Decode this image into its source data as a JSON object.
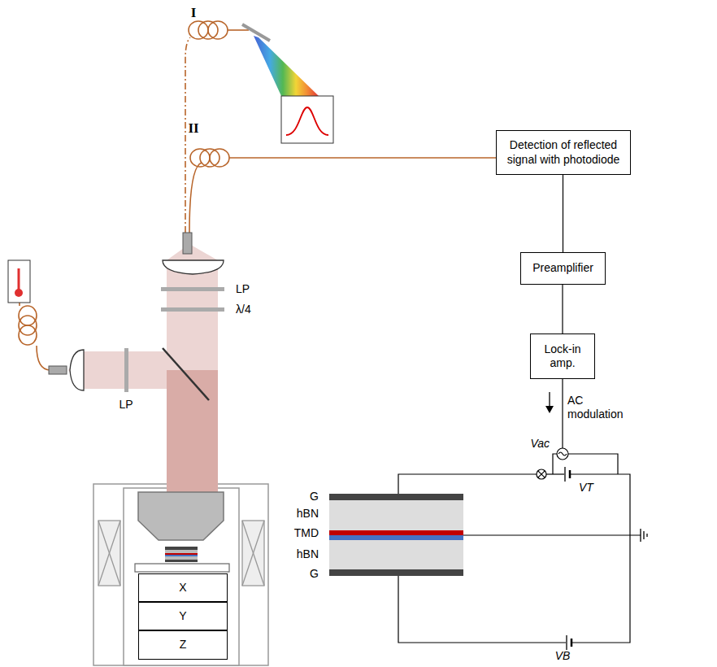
{
  "diagram": {
    "nodes": [
      {
        "text": [
          "Detection of reflected signal with photodiode"
        ]
      },
      {
        "text": [
          "Preamplifier"
        ]
      },
      {
        "text": [
          "Lock-in amp."
        ]
      },
      {
        "text": [
          "X"
        ]
      },
      {
        "text": [
          "Y"
        ]
      },
      {
        "text": [
          "Z"
        ]
      }
    ],
    "edges": [
      {
        "from": 0,
        "to": 1,
        "arrow": "none"
      },
      {
        "from": 1,
        "to": 2,
        "arrow": "none"
      }
    ],
    "labels": [
      "I",
      "II",
      "LP",
      "λ/4",
      "LP",
      "AC modulation",
      "Vac",
      "VT",
      "G",
      "hBN",
      "TMD",
      "hBN",
      "G",
      "VB"
    ]
  }
}
